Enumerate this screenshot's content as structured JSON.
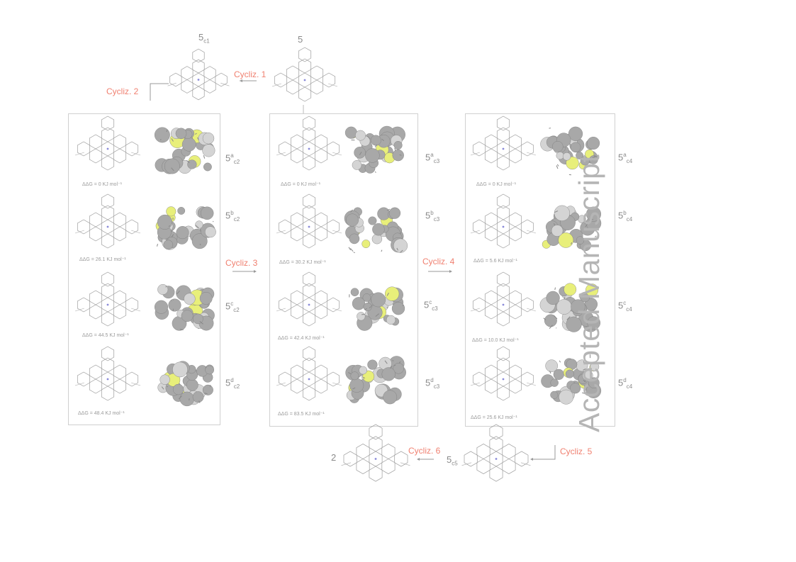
{
  "top": {
    "compound_5c1": {
      "main": "5",
      "sub": "c1"
    },
    "compound_5": "5"
  },
  "cyclizations": {
    "c1": "Cycliz. 1",
    "c2": "Cycliz. 2",
    "c3": "Cycliz. 3",
    "c4": "Cycliz. 4",
    "c5": "Cycliz. 5",
    "c6": "Cycliz. 6"
  },
  "panel_c2": {
    "rows": [
      {
        "main": "5",
        "sup": "a",
        "sub": "c2",
        "energy": "ΔΔG = 0 KJ mol⁻¹"
      },
      {
        "main": "5",
        "sup": "b",
        "sub": "c2",
        "energy": "ΔΔG = 26.1 KJ mol⁻¹"
      },
      {
        "main": "5",
        "sup": "c",
        "sub": "c2",
        "energy": "ΔΔG = 44.5 KJ mol⁻¹"
      },
      {
        "main": "5",
        "sup": "d",
        "sub": "c2",
        "energy": "ΔΔG = 48.4 KJ mol⁻¹"
      }
    ]
  },
  "panel_c3": {
    "rows": [
      {
        "main": "5",
        "sup": "a",
        "sub": "c3",
        "energy": "ΔΔG = 0 KJ mol⁻¹"
      },
      {
        "main": "5",
        "sup": "b",
        "sub": "c3",
        "energy": "ΔΔG = 30.2 KJ mol⁻¹"
      },
      {
        "main": "5",
        "sup": "c",
        "sub": "c3",
        "energy": "ΔΔG = 42.4 KJ mol⁻¹"
      },
      {
        "main": "5",
        "sup": "d",
        "sub": "c3",
        "energy": "ΔΔG = 83.5 KJ mol⁻¹"
      }
    ]
  },
  "panel_c4": {
    "rows": [
      {
        "main": "5",
        "sup": "a",
        "sub": "c4",
        "energy": "ΔΔG = 0 KJ mol⁻¹"
      },
      {
        "main": "5",
        "sup": "b",
        "sub": "c4",
        "energy": "ΔΔG = 5.6 KJ mol⁻¹"
      },
      {
        "main": "5",
        "sup": "c",
        "sub": "c4",
        "energy": "ΔΔG = 10.0 KJ mol⁻¹"
      },
      {
        "main": "5",
        "sup": "d",
        "sub": "c4",
        "energy": "ΔΔG = 25.6 KJ mol⁻¹"
      }
    ]
  },
  "bottom": {
    "compound_2": "2",
    "compound_5c5": {
      "main": "5",
      "sub": "c5"
    }
  },
  "watermark": "Accepted Manuscript",
  "colors": {
    "cycliz_text": "#f08070",
    "sulfur": "#e8ef7a",
    "panel_border": "#d0d0d0",
    "label": "#8a8a8a"
  }
}
